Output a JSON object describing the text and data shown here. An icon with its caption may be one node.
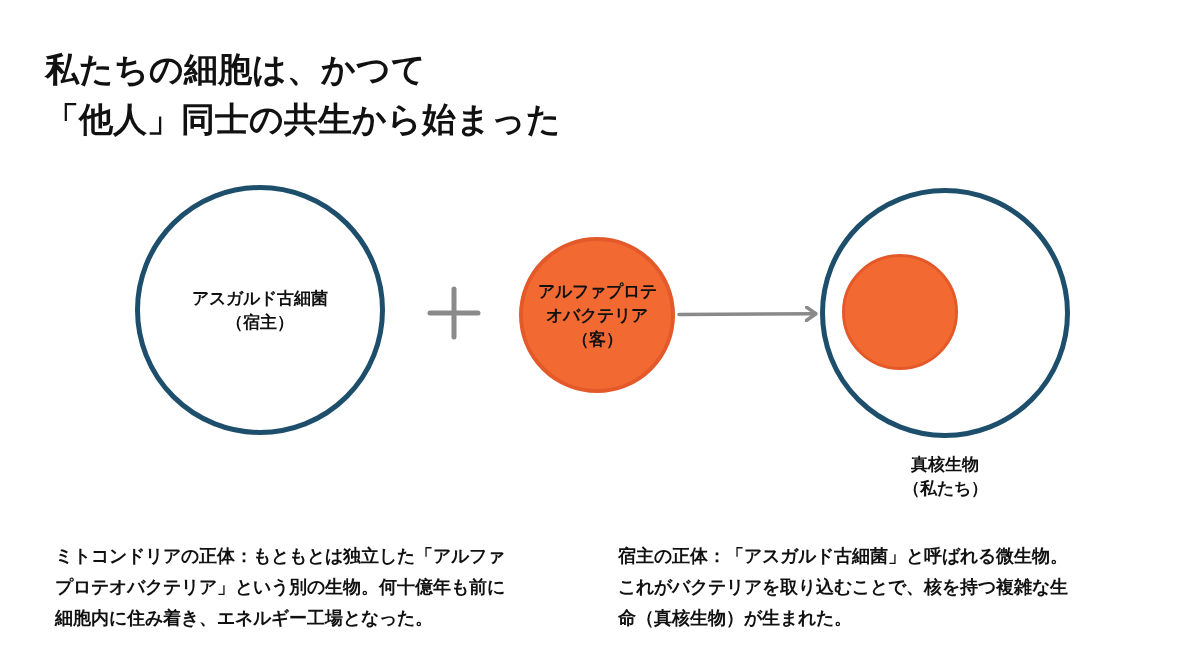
{
  "diagram": {
    "title": "私たちの細胞は、かつて「他人」同士の共生から始まった",
    "nodes": [
      {
        "text": [
          "アスガルド古細菌（宿主）"
        ]
      },
      {
        "text": [
          "アルファプロテオバクテリア（客）"
        ]
      },
      {
        "text": [],
        "shape": "circle",
        "beside": [
          "真核生物（私たち）"
        ]
      },
      {
        "text": [],
        "shape": "circle",
        "in": 2
      }
    ],
    "edges": [
      {
        "from": 1,
        "to": 2,
        "arrow": "to"
      }
    ],
    "labels": [
      "ミトコンドリアの正体：もともとは独立した「アルファプロテオバクテリア」という別の生物。何十億年も前に細胞内に住み着き、エネルギー工場となった。",
      "宿主の正体：「アスガルド古細菌」と呼ばれる微生物。これがバクテリアを取り込むことで、核を持つ複雑な生命（真核生物）が生まれた。"
    ]
  }
}
